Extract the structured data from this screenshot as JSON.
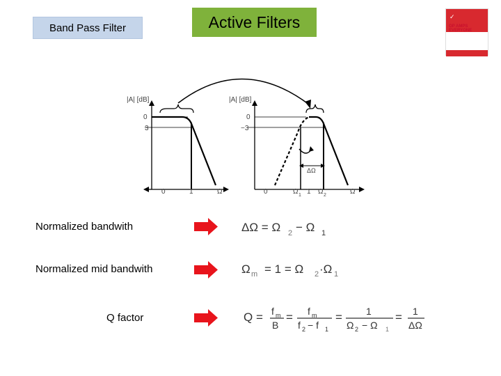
{
  "header": {
    "section_label": "Band Pass Filter",
    "title": "Active Filters"
  },
  "book": {
    "title_line1": "OP AMPS",
    "title_line2": "EVERYONE",
    "accent": "#d8292f"
  },
  "diagram": {
    "left_axis_label": "|A| [dB]",
    "left_y_ticks": [
      "0",
      "3"
    ],
    "left_x_ticks": [
      "0",
      "1",
      "Ω"
    ],
    "right_axis_label": "|A| [dB]",
    "right_y_ticks": [
      "0",
      "−3"
    ],
    "right_x_ticks": [
      "0",
      "Ω",
      "1",
      "1",
      "Ω",
      "2",
      "Ω"
    ],
    "delta_label": "ΔΩ"
  },
  "rows": [
    {
      "label": "Normalized bandwith",
      "formula": "ΔΩ = Ω2 − Ω1"
    },
    {
      "label": "Normalized mid bandwith",
      "formula": "Ωm = 1 = Ω2·Ω1"
    },
    {
      "label": "Q factor",
      "formula": "Q = fm/B = fm/(f2 − f1) = 1/(Ω2 − Ω1) = 1/ΔΩ"
    }
  ],
  "colors": {
    "arrow": "#e8141c",
    "title_bg": "#7fb23b",
    "tag_bg": "#c5d5ea"
  }
}
